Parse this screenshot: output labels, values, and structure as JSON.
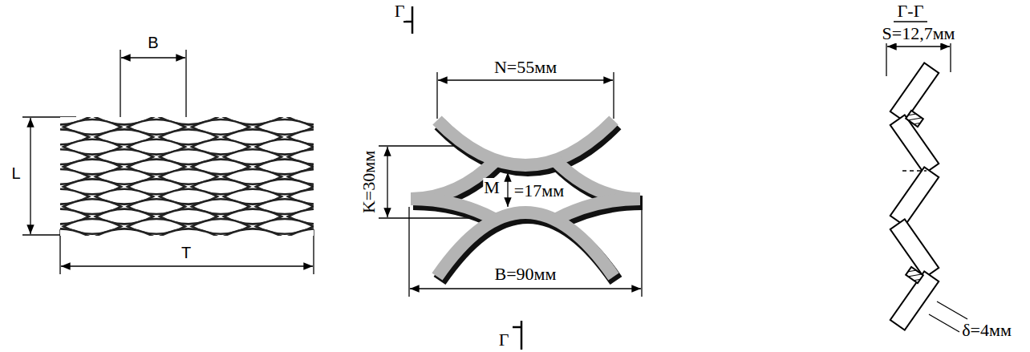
{
  "diagram": {
    "labels": [
      "B",
      "L",
      "T",
      "Г",
      "N=55мм",
      "K=30мм",
      "M",
      "=17мм",
      "B=90мм",
      "Г",
      "Г-Г",
      "S=12,7мм",
      "δ=4мм"
    ]
  }
}
